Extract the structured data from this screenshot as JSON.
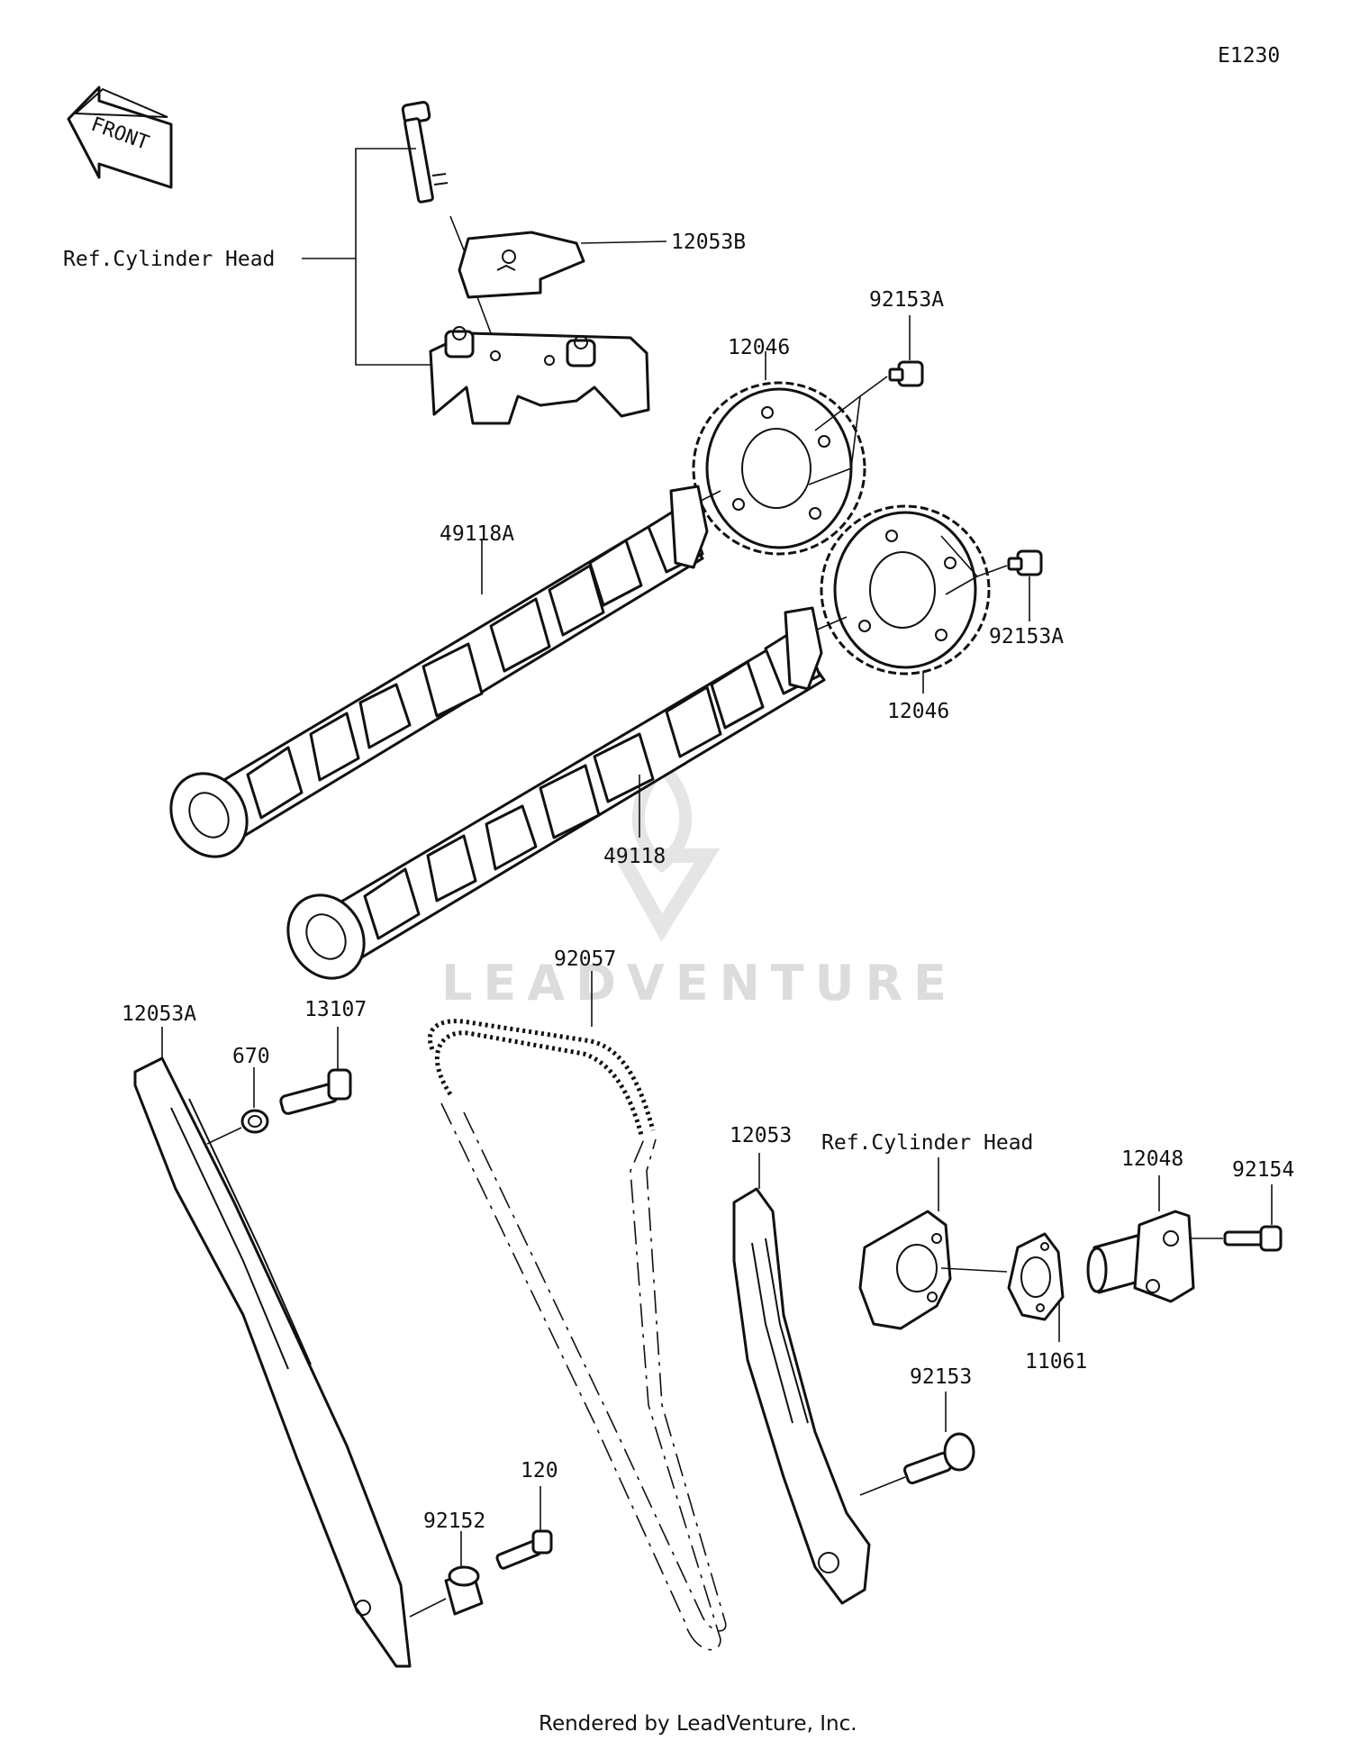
{
  "diagram_code": "E1230",
  "front_arrow": {
    "text": "FRONT",
    "icon": "front-arrow-icon"
  },
  "watermark": {
    "text": "LEADVENTURE",
    "icon": "leadventure-logo-icon"
  },
  "footer": "Rendered by LeadVenture, Inc.",
  "callouts": {
    "ref_cylinder_head_top": "Ref.Cylinder Head",
    "p12053B": "12053B",
    "p92153A_top": "92153A",
    "p12046_top": "12046",
    "p49118A": "49118A",
    "p92153A_right": "92153A",
    "p12046_bottom": "12046",
    "p49118": "49118",
    "p12053A": "12053A",
    "p670": "670",
    "p13107": "13107",
    "p92057": "92057",
    "p12053": "12053",
    "ref_cylinder_head_bottom": "Ref.Cylinder Head",
    "p12048": "12048",
    "p92154": "92154",
    "p11061": "11061",
    "p92153": "92153",
    "p120": "120",
    "p92152": "92152"
  }
}
